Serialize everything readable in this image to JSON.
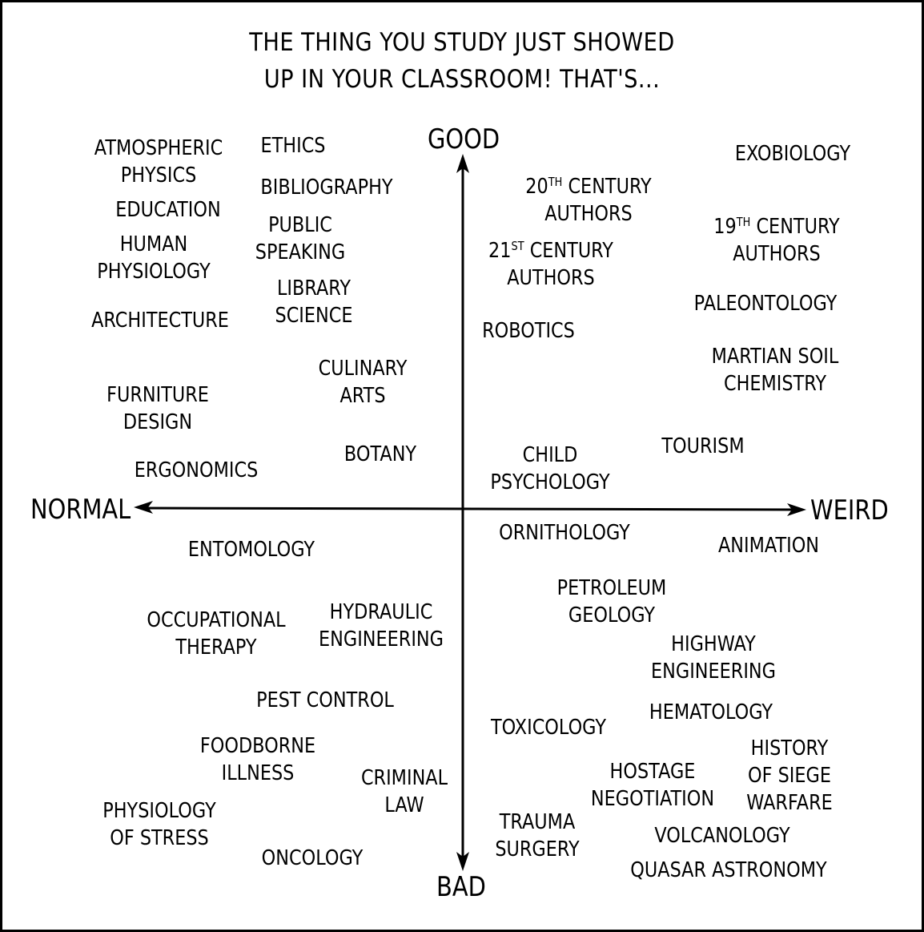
{
  "title": {
    "line1": "THE THING YOU STUDY JUST SHOWED",
    "line2": "UP IN YOUR CLASSROOM! THAT'S..."
  },
  "axes": {
    "top": "GOOD",
    "bottom": "BAD",
    "left": "NORMAL",
    "right": "WEIRD"
  },
  "colors": {
    "ink": "#000000",
    "background": "#ffffff"
  },
  "chart_data": {
    "type": "scatter",
    "title": "THE THING YOU STUDY JUST SHOWED UP IN YOUR CLASSROOM! THAT'S...",
    "xlabel": "NORMAL ← → WEIRD",
    "ylabel": "BAD ← → GOOD",
    "xlim": [
      -1,
      1
    ],
    "ylim": [
      -1,
      1
    ],
    "grid": false,
    "legend": "none",
    "points": [
      {
        "label": "ATMOSPHERIC PHYSICS",
        "x": -0.9,
        "y": 0.92
      },
      {
        "label": "ETHICS",
        "x": -0.51,
        "y": 0.99
      },
      {
        "label": "BIBLIOGRAPHY",
        "x": -0.4,
        "y": 0.87
      },
      {
        "label": "EDUCATION",
        "x": -0.88,
        "y": 0.83
      },
      {
        "label": "PUBLIC SPEAKING",
        "x": -0.49,
        "y": 0.76
      },
      {
        "label": "HUMAN PHYSIOLOGY",
        "x": -0.94,
        "y": 0.7
      },
      {
        "label": "LIBRARY SCIENCE",
        "x": -0.46,
        "y": 0.6
      },
      {
        "label": "ARCHITECTURE",
        "x": -0.93,
        "y": 0.52
      },
      {
        "label": "CULINARY ARTS",
        "x": -0.31,
        "y": 0.36
      },
      {
        "label": "FURNITURE DESIGN",
        "x": -0.92,
        "y": 0.28
      },
      {
        "label": "BOTANY",
        "x": -0.25,
        "y": 0.14
      },
      {
        "label": "ERGONOMICS",
        "x": -0.8,
        "y": 0.11
      },
      {
        "label": "20TH CENTURY AUTHORS",
        "x": 0.37,
        "y": 0.88
      },
      {
        "label": "EXOBIOLOGY",
        "x": 0.93,
        "y": 0.97
      },
      {
        "label": "19TH CENTURY AUTHORS",
        "x": 0.93,
        "y": 0.78
      },
      {
        "label": "21ST CENTURY AUTHORS",
        "x": 0.26,
        "y": 0.69
      },
      {
        "label": "PALEONTOLOGY",
        "x": 0.9,
        "y": 0.54
      },
      {
        "label": "ROBOTICS",
        "x": 0.19,
        "y": 0.5
      },
      {
        "label": "MARTIAN SOIL CHEMISTRY",
        "x": 0.93,
        "y": 0.37
      },
      {
        "label": "TOURISM",
        "x": 0.72,
        "y": 0.17
      },
      {
        "label": "CHILD PSYCHOLOGY",
        "x": 0.26,
        "y": 0.11
      },
      {
        "label": "ORNITHOLOGY",
        "x": 0.3,
        "y": -0.07
      },
      {
        "label": "ANIMATION",
        "x": 0.92,
        "y": -0.11
      },
      {
        "label": "ENTOMOLOGY",
        "x": -0.66,
        "y": -0.12
      },
      {
        "label": "PETROLEUM GEOLOGY",
        "x": 0.44,
        "y": -0.29
      },
      {
        "label": "OCCUPATIONAL THERAPY",
        "x": -0.76,
        "y": -0.38
      },
      {
        "label": "HYDRAULIC ENGINEERING",
        "x": -0.24,
        "y": -0.34
      },
      {
        "label": "HIGHWAY ENGINEERING",
        "x": 0.73,
        "y": -0.47
      },
      {
        "label": "PEST CONTROL",
        "x": -0.43,
        "y": -0.54
      },
      {
        "label": "HEMATOLOGY",
        "x": 0.73,
        "y": -0.57
      },
      {
        "label": "TOXICOLOGY",
        "x": 0.26,
        "y": -0.61
      },
      {
        "label": "FOODBORNE ILLNESS",
        "x": -0.63,
        "y": -0.74
      },
      {
        "label": "HISTORY OF SIEGE WARFARE",
        "x": 0.97,
        "y": -0.75
      },
      {
        "label": "HOSTAGE NEGOTIATION",
        "x": 0.57,
        "y": -0.78
      },
      {
        "label": "CRIMINAL LAW",
        "x": -0.17,
        "y": -0.82
      },
      {
        "label": "PHYSIOLOGY OF STRESS",
        "x": -0.91,
        "y": -0.89
      },
      {
        "label": "TRAUMA SURGERY",
        "x": 0.22,
        "y": -0.9
      },
      {
        "label": "VOLCANOLOGY",
        "x": 0.77,
        "y": -0.92
      },
      {
        "label": "ONCOLOGY",
        "x": -0.46,
        "y": -0.98
      },
      {
        "label": "QUASAR ASTRONOMY",
        "x": 0.88,
        "y": -1.0
      }
    ]
  },
  "items": [
    {
      "l1": "ATMOSPHERIC",
      "l2": "PHYSICS"
    },
    {
      "l1": "ETHICS"
    },
    {
      "l1": "BIBLIOGRAPHY"
    },
    {
      "l1": "EDUCATION"
    },
    {
      "l1": "PUBLIC",
      "l2": "SPEAKING"
    },
    {
      "l1": "HUMAN",
      "l2": "PHYSIOLOGY"
    },
    {
      "l1": "LIBRARY",
      "l2": "SCIENCE"
    },
    {
      "l1": "ARCHITECTURE"
    },
    {
      "l1": "CULINARY",
      "l2": "ARTS"
    },
    {
      "l1": "FURNITURE",
      "l2": "DESIGN"
    },
    {
      "l1": "BOTANY"
    },
    {
      "l1": "ERGONOMICS"
    },
    {
      "num": "20",
      "sup": "TH",
      "rest": " CENTURY",
      "l2": "AUTHORS"
    },
    {
      "l1": "EXOBIOLOGY"
    },
    {
      "num": "19",
      "sup": "TH",
      "rest": " CENTURY",
      "l2": "AUTHORS"
    },
    {
      "num": "21",
      "sup": "ST",
      "rest": " CENTURY",
      "l2": "AUTHORS"
    },
    {
      "l1": "PALEONTOLOGY"
    },
    {
      "l1": "ROBOTICS"
    },
    {
      "l1": "MARTIAN SOIL",
      "l2": "CHEMISTRY"
    },
    {
      "l1": "TOURISM"
    },
    {
      "l1": "CHILD",
      "l2": "PSYCHOLOGY"
    },
    {
      "l1": "ORNITHOLOGY"
    },
    {
      "l1": "ANIMATION"
    },
    {
      "l1": "ENTOMOLOGY"
    },
    {
      "l1": "PETROLEUM",
      "l2": "GEOLOGY"
    },
    {
      "l1": "OCCUPATIONAL",
      "l2": "THERAPY"
    },
    {
      "l1": "HYDRAULIC",
      "l2": "ENGINEERING"
    },
    {
      "l1": "HIGHWAY",
      "l2": "ENGINEERING"
    },
    {
      "l1": "PEST CONTROL"
    },
    {
      "l1": "HEMATOLOGY"
    },
    {
      "l1": "TOXICOLOGY"
    },
    {
      "l1": "FOODBORNE",
      "l2": "ILLNESS"
    },
    {
      "l1": "HISTORY",
      "l2": "OF SIEGE",
      "l3": "WARFARE"
    },
    {
      "l1": "HOSTAGE",
      "l2": "NEGOTIATION"
    },
    {
      "l1": "CRIMINAL",
      "l2": "LAW"
    },
    {
      "l1": "PHYSIOLOGY",
      "l2": "OF STRESS"
    },
    {
      "l1": "TRAUMA",
      "l2": "SURGERY"
    },
    {
      "l1": "VOLCANOLOGY"
    },
    {
      "l1": "ONCOLOGY"
    },
    {
      "l1": "QUASAR ASTRONOMY"
    }
  ]
}
